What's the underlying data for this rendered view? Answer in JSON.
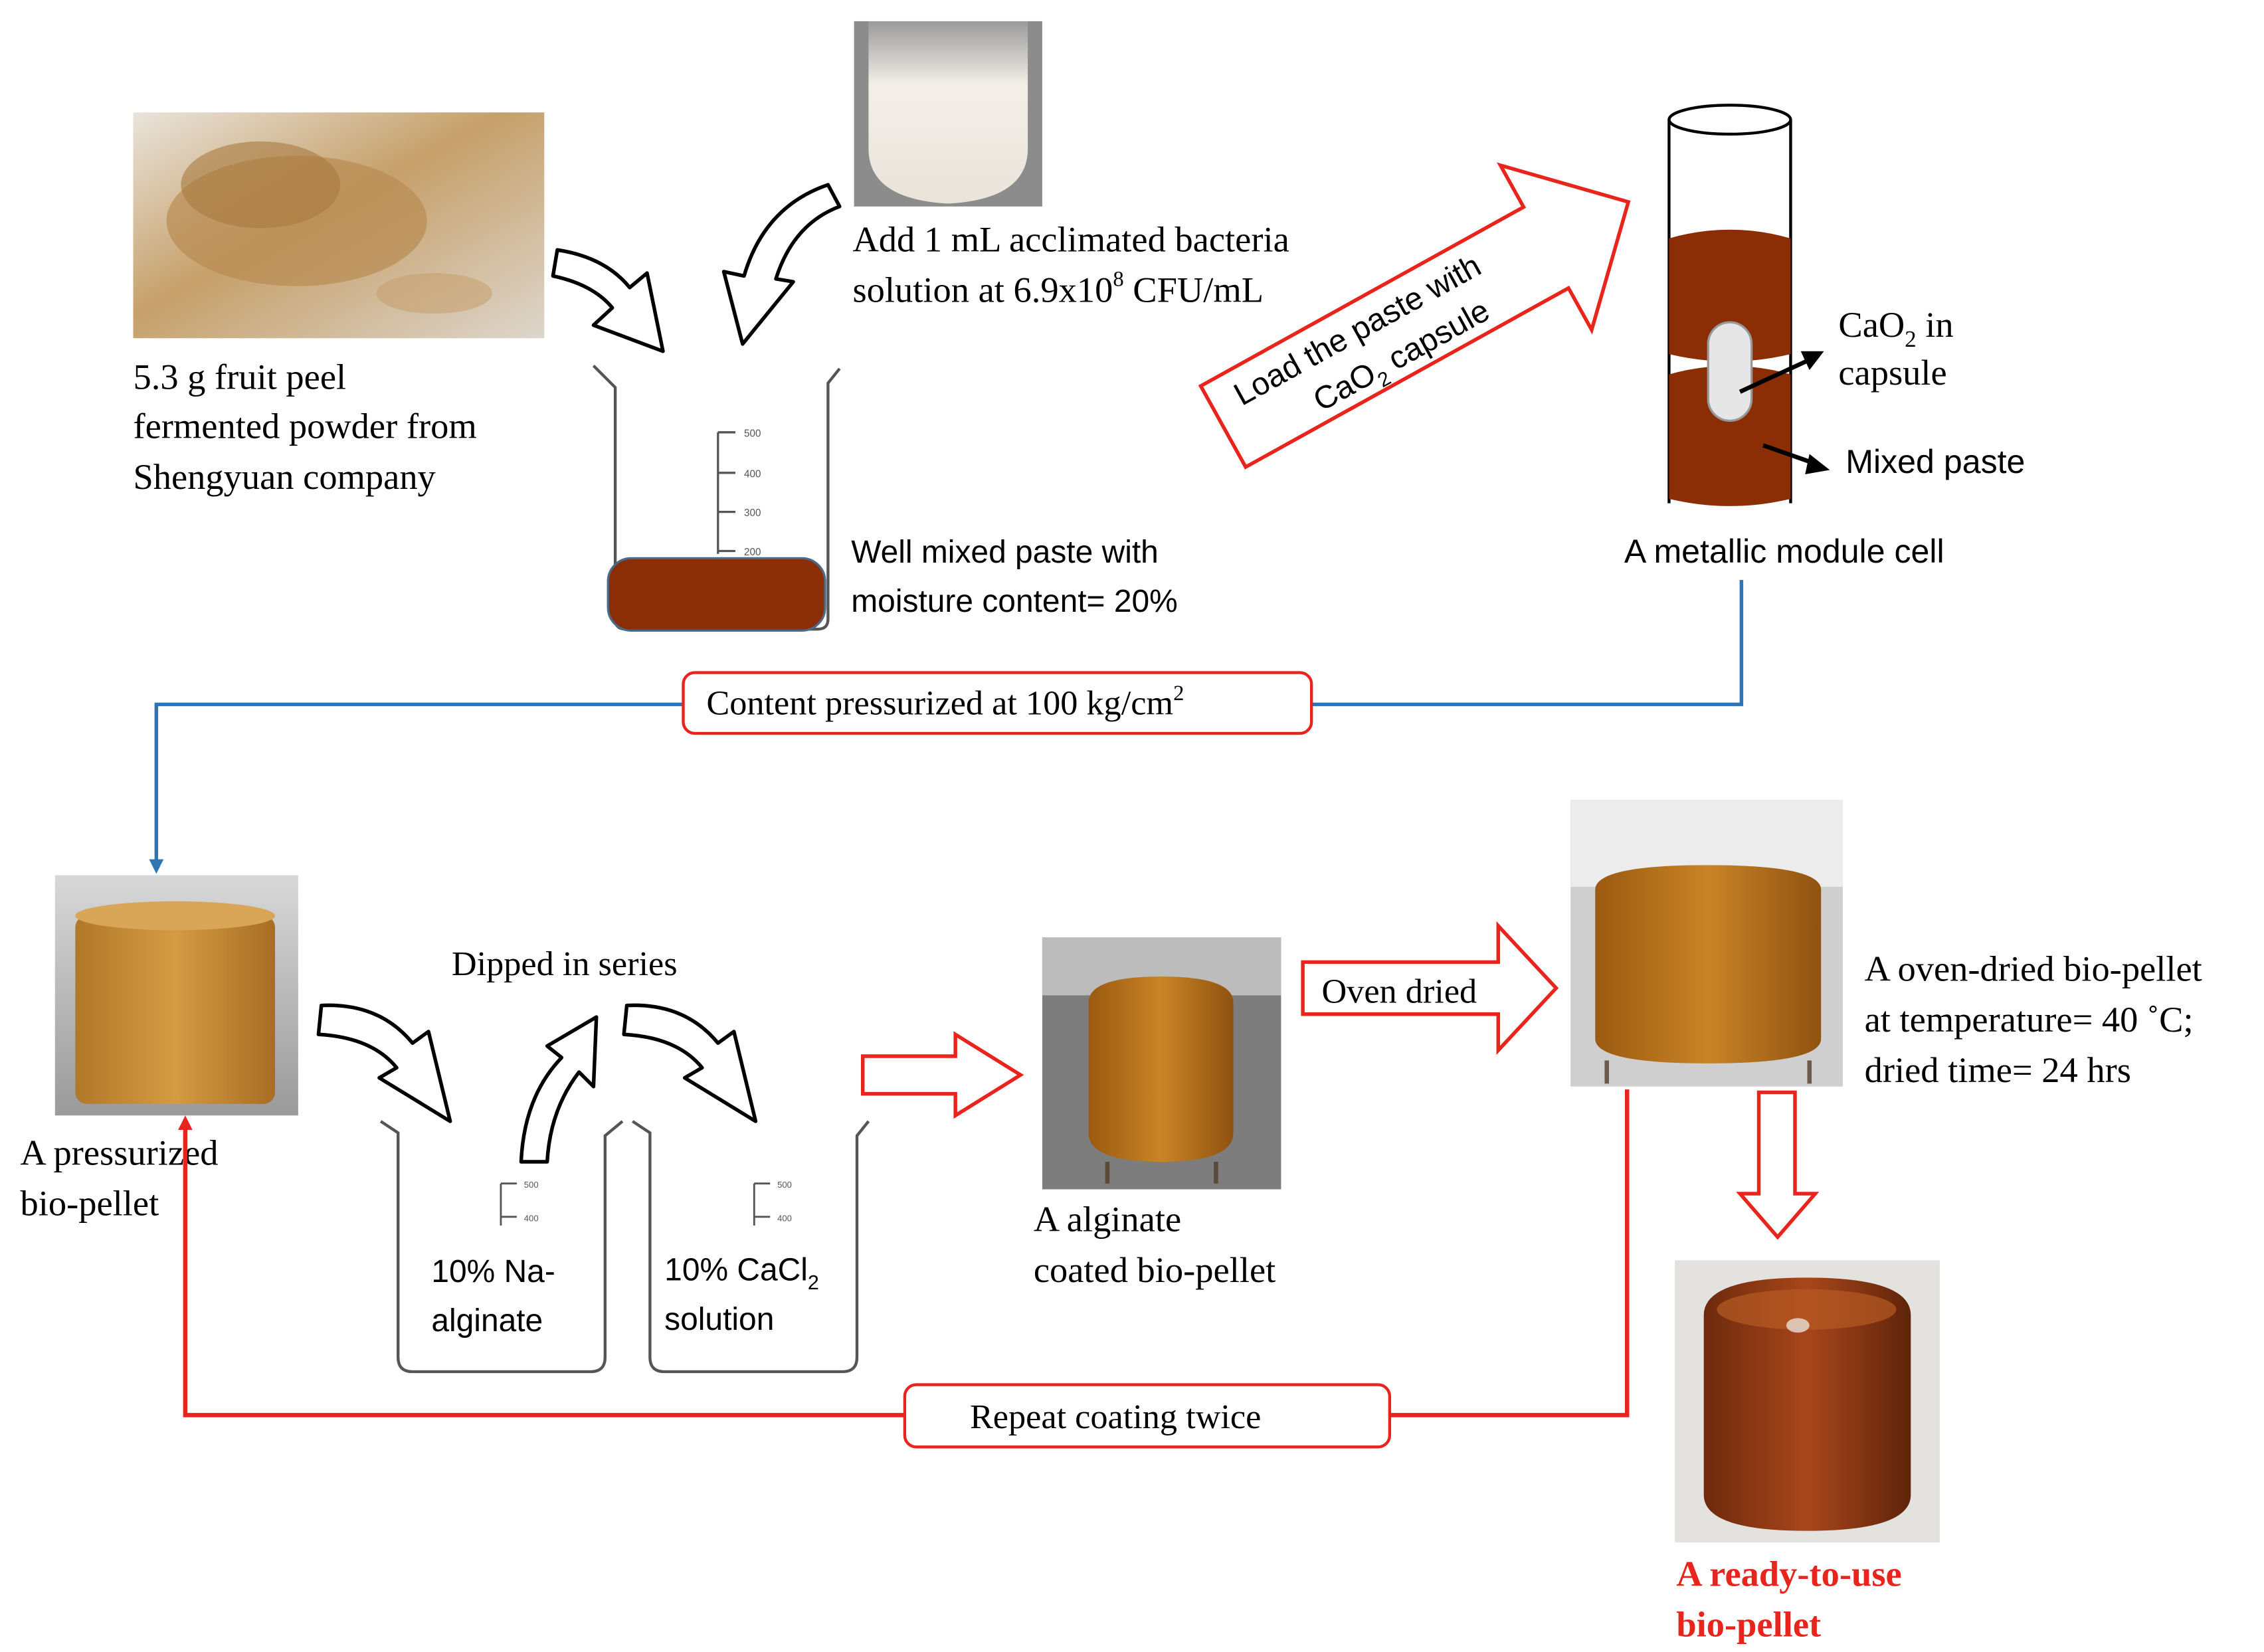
{
  "powder": {
    "label_lines": [
      "5.3 g fruit peel",
      "fermented powder from",
      "Shengyuan company"
    ]
  },
  "bacteria": {
    "line1": "Add 1 mL acclimated bacteria",
    "line2_pre": "solution at 6.9x10",
    "line2_sup": "8",
    "line2_post": " CFU/mL"
  },
  "beaker_main": {
    "ticks": [
      "500",
      "400",
      "300",
      "200"
    ],
    "label_lines": [
      "Well mixed paste with",
      "moisture content= 20%"
    ]
  },
  "load_arrow": {
    "line1": "Load the paste with",
    "line2_pre": "CaO",
    "line2_sub": "2",
    "line2_post": " capsule"
  },
  "module_cell": {
    "cao2_line1_pre": "CaO",
    "cao2_line1_sub": "2",
    "cao2_line1_post": " in",
    "cao2_line2": "capsule",
    "paste_label": "Mixed paste",
    "caption": "A metallic module cell"
  },
  "pressurize": {
    "text_pre": "Content pressurized at 100 kg/cm",
    "text_sup": "2"
  },
  "pressurized_pellet": {
    "label_lines": [
      "A pressurized",
      "bio-pellet"
    ]
  },
  "dipping": {
    "title": "Dipped in series",
    "beaker1_ticks": [
      "500",
      "400"
    ],
    "beaker1_lines": [
      "10% Na-",
      "alginate"
    ],
    "beaker2_ticks": [
      "500",
      "400"
    ],
    "beaker2_line1_pre": "10% CaCl",
    "beaker2_line1_sub": "2",
    "beaker2_line2": "solution"
  },
  "alginate_pellet": {
    "label_lines": [
      "A alginate",
      "coated bio-pellet"
    ]
  },
  "oven": {
    "arrow_label": "Oven dried",
    "label_lines": [
      "A oven-dried bio-pellet",
      "at temperature= 40 ˚C;",
      "dried time= 24 hrs"
    ]
  },
  "repeat": {
    "label": "Repeat coating twice"
  },
  "final": {
    "label_lines": [
      "A ready-to-use",
      "bio-pellet"
    ]
  },
  "colors": {
    "paste": "#8b2e05",
    "paste_edge": "#5e2a14",
    "flow_blue": "#2e75b6",
    "flow_red": "#e8241c",
    "final_label": "#e8241c"
  }
}
